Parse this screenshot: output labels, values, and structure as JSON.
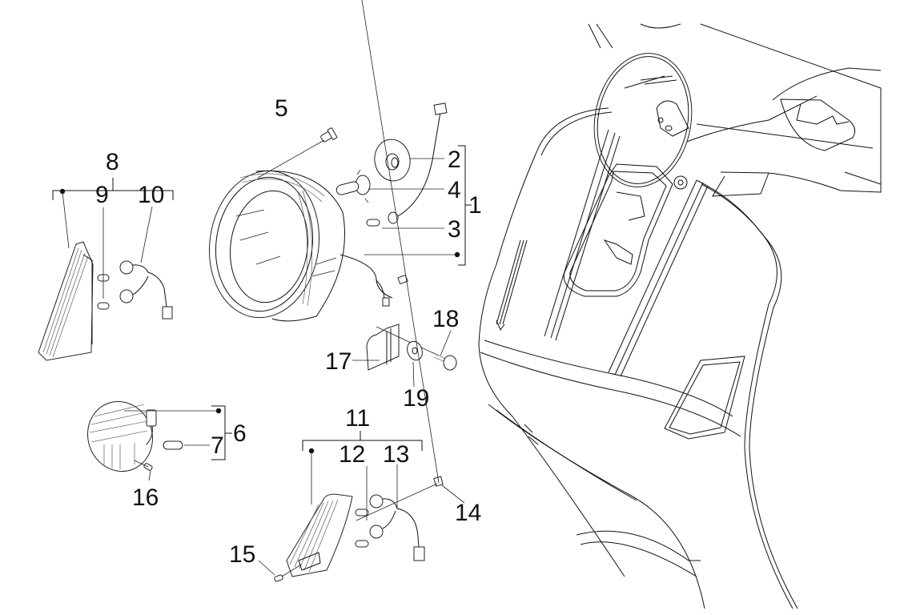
{
  "diagram": {
    "type": "exploded-parts-diagram",
    "subject": "scooter headlight and turn signal lamps",
    "callouts": [
      {
        "id": "c1",
        "label": "1"
      },
      {
        "id": "c2",
        "label": "2"
      },
      {
        "id": "c3",
        "label": "3"
      },
      {
        "id": "c4",
        "label": "4"
      },
      {
        "id": "c5",
        "label": "5"
      },
      {
        "id": "c6",
        "label": "6"
      },
      {
        "id": "c7",
        "label": "7"
      },
      {
        "id": "c8",
        "label": "8"
      },
      {
        "id": "c9",
        "label": "9"
      },
      {
        "id": "c10",
        "label": "10"
      },
      {
        "id": "c11",
        "label": "11"
      },
      {
        "id": "c12",
        "label": "12"
      },
      {
        "id": "c13",
        "label": "13"
      },
      {
        "id": "c14",
        "label": "14"
      },
      {
        "id": "c15",
        "label": "15"
      },
      {
        "id": "c16",
        "label": "16"
      },
      {
        "id": "c17",
        "label": "17"
      },
      {
        "id": "c18",
        "label": "18"
      },
      {
        "id": "c19",
        "label": "19"
      }
    ],
    "groups": [
      {
        "label": "1",
        "members": [
          "2",
          "4",
          "3",
          "headlight-housing"
        ]
      },
      {
        "label": "6",
        "members": [
          "rear-lamp",
          "7"
        ]
      },
      {
        "label": "8",
        "members": [
          "front-left-indicator-lens",
          "9",
          "10"
        ]
      },
      {
        "label": "11",
        "members": [
          "front-right-indicator-lens",
          "12",
          "13"
        ]
      }
    ]
  }
}
